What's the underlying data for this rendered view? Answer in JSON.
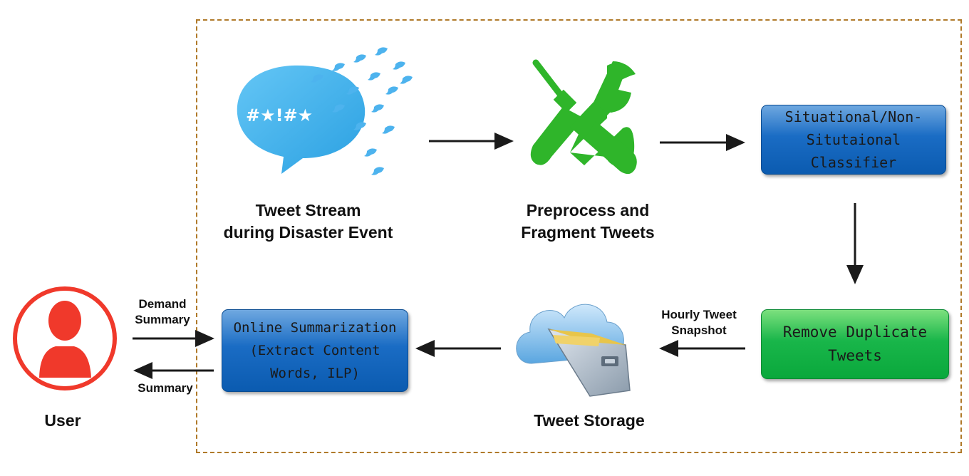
{
  "nodes": {
    "tweet_stream": {
      "label": "Tweet Stream\nduring Disaster Event",
      "icon": "tweet-bubble-icon"
    },
    "preprocess": {
      "label": "Preprocess and\nFragment Tweets",
      "icon": "wrench-screwdriver-icon"
    },
    "classifier": {
      "label": "Situational/Non-\nSitutaional Classifier",
      "color": "#1565c0"
    },
    "dedup": {
      "label": "Remove Duplicate\nTweets",
      "color": "#0aa83c"
    },
    "storage": {
      "label": "Tweet Storage",
      "icon": "cloud-drawer-icon"
    },
    "summarizer": {
      "label": "Online Summarization\n(Extract Content\nWords, ILP)",
      "color": "#1565c0"
    },
    "user": {
      "label": "User",
      "icon": "user-avatar-icon",
      "color": "#f0392b"
    }
  },
  "edges": {
    "snapshot": "Hourly Tweet\nSnapshot",
    "demand": "Demand\nSummary",
    "summary": "Summary"
  }
}
